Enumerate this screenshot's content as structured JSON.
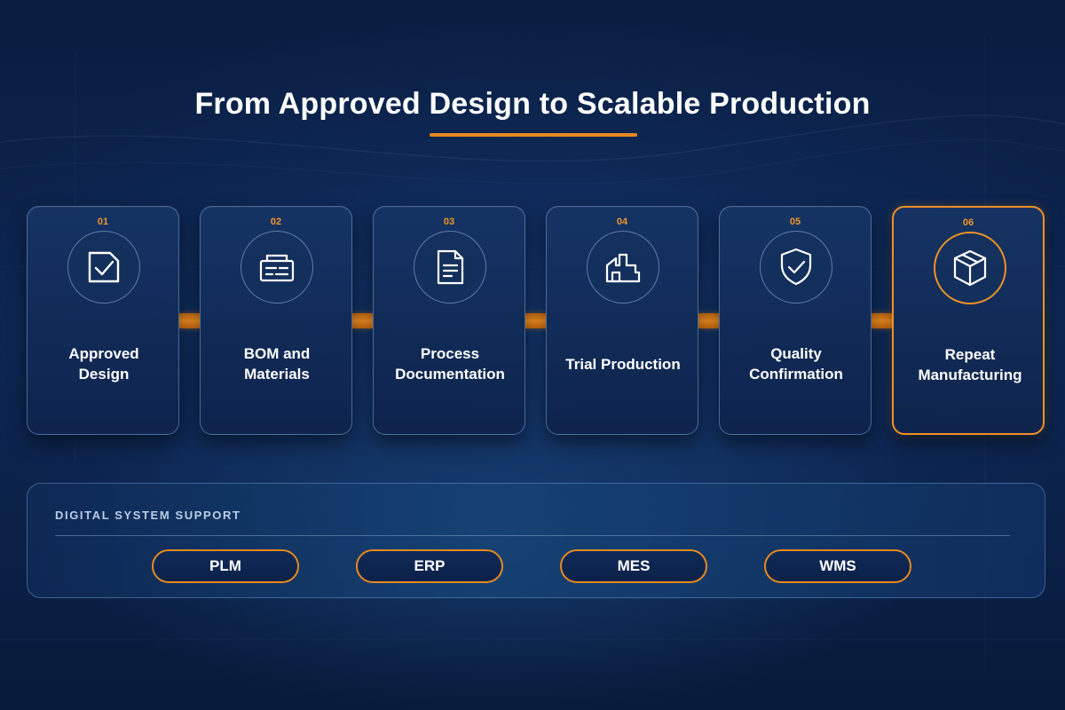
{
  "title": "From Approved Design to Scalable Production",
  "colors": {
    "accent": "#ee9126",
    "background": "#0b2148",
    "card": "#14346a"
  },
  "steps": [
    {
      "number": "01",
      "label": "Approved Design",
      "icon": "checked-document-icon",
      "highlighted": false
    },
    {
      "number": "02",
      "label": "BOM and Materials",
      "icon": "printer-list-icon",
      "highlighted": false
    },
    {
      "number": "03",
      "label": "Process Documentation",
      "icon": "document-icon",
      "highlighted": false
    },
    {
      "number": "04",
      "label": "Trial Production",
      "icon": "factory-icon",
      "highlighted": false
    },
    {
      "number": "05",
      "label": "Quality Confirmation",
      "icon": "shield-check-icon",
      "highlighted": false
    },
    {
      "number": "06",
      "label": "Repeat Manufacturing",
      "icon": "box-icon",
      "highlighted": true
    }
  ],
  "support": {
    "heading": "DIGITAL SYSTEM SUPPORT",
    "systems": [
      "PLM",
      "ERP",
      "MES",
      "WMS"
    ]
  }
}
